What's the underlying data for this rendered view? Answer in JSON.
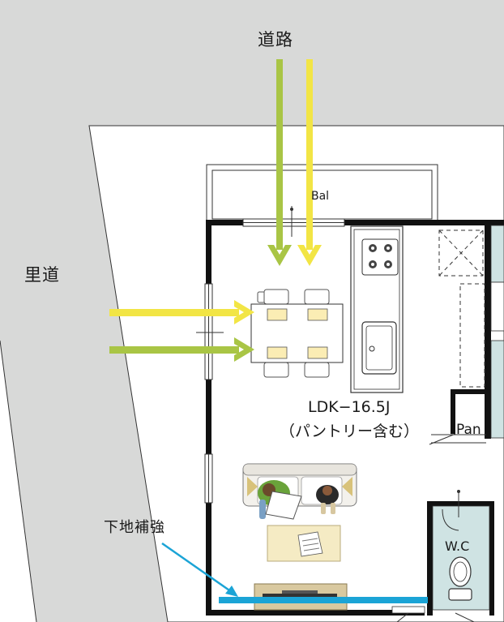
{
  "labels": {
    "road_top": "道路",
    "road_left": "里道",
    "balcony": "Bal",
    "ldk_line1": "LDK−16.5J",
    "ldk_line2": "（パントリー含む）",
    "pantry": "Pan",
    "reinforcement": "下地補強",
    "wc": "W.C"
  },
  "colors": {
    "road": "#d8d9d8",
    "wall": "#111111",
    "arrow_green": "#a9c545",
    "arrow_yellow": "#f2e545",
    "accent_blue": "#1ba4d6",
    "wet_area": "#cfe3e3"
  },
  "icons": [
    "stove-icon",
    "sink-icon",
    "toilet-icon",
    "sofa-icon",
    "person-icon",
    "tv-icon",
    "rug-icon"
  ]
}
